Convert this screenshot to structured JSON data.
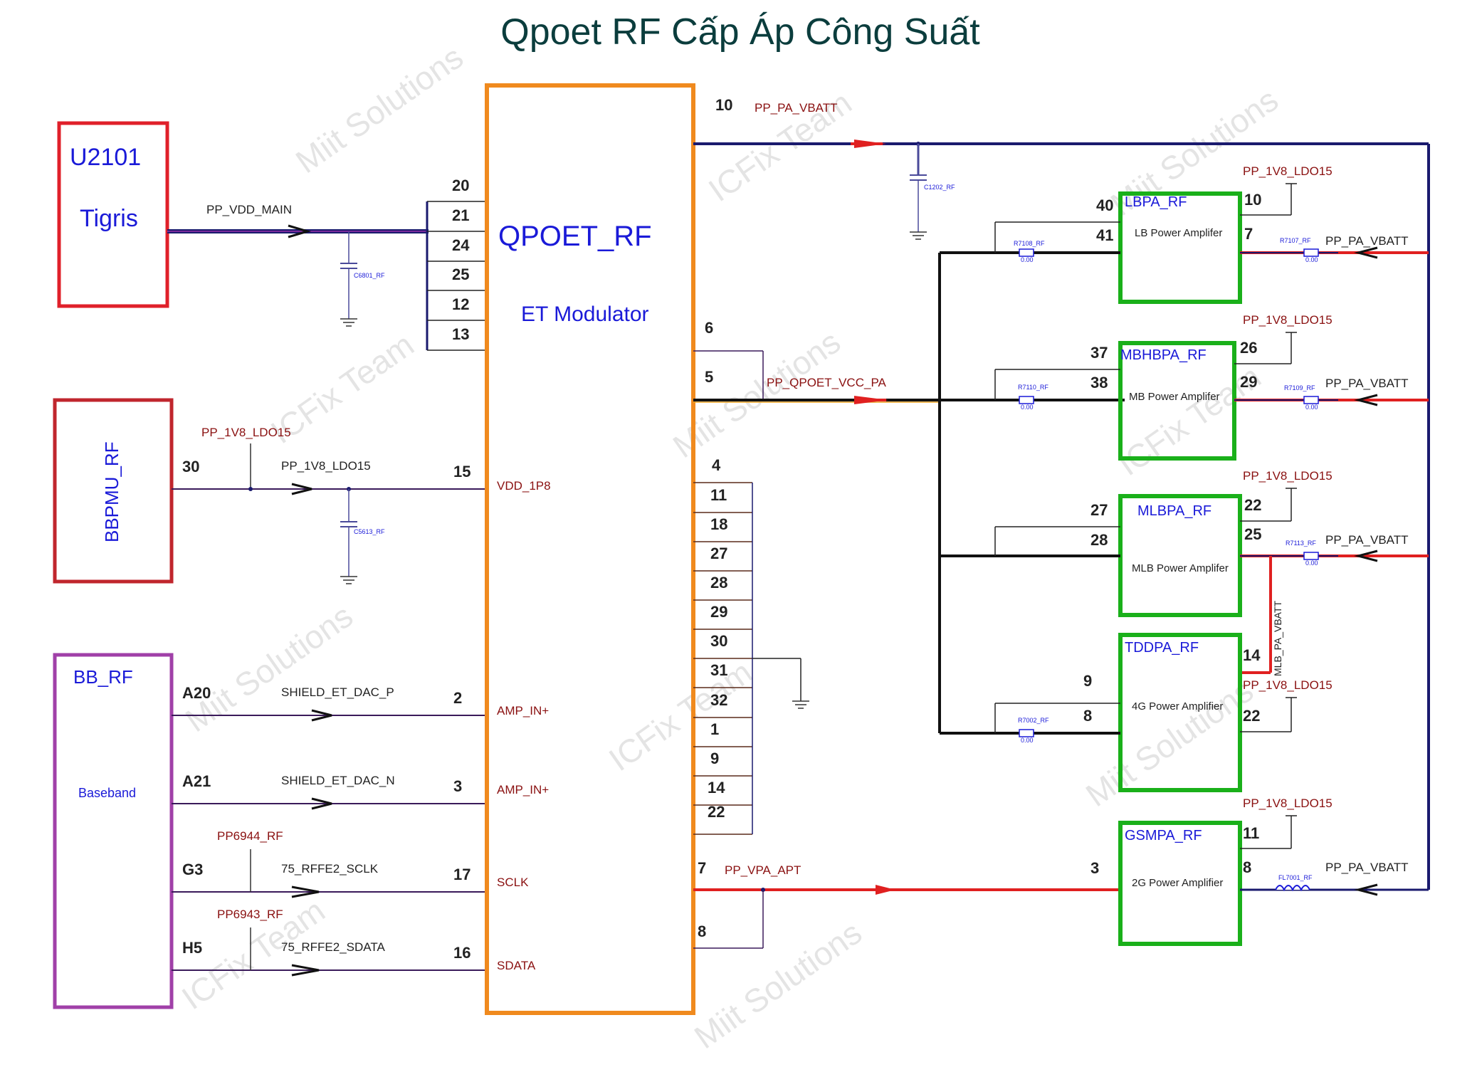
{
  "title": "Qpoet RF Cấp Áp Công Suất",
  "blocks": {
    "u2101": {
      "name": "U2101",
      "desc": "Tigris"
    },
    "bbpmu": {
      "name": "BBPMU_RF"
    },
    "bb": {
      "name": "BB_RF",
      "desc": "Baseband"
    },
    "qpoet": {
      "name": "QPOET_RF",
      "desc": "ET Modulator",
      "pin_vdd": "VDD_1P8",
      "pin_ampp": "AMP_IN+",
      "pin_ampn": "AMP_IN+",
      "pin_sclk": "SCLK",
      "pin_sdata": "SDATA"
    },
    "lbpa": {
      "name": "LBPA_RF",
      "desc": "LB Power Amplifer"
    },
    "mbhbpa": {
      "name": "MBHBPA_RF",
      "desc": "MB Power Amplifer"
    },
    "mlbpa": {
      "name": "MLBPA_RF",
      "desc": "MLB Power Amplifer"
    },
    "tddpa": {
      "name": "TDDPA_RF",
      "desc": "4G Power Amplifier"
    },
    "gsmpa": {
      "name": "GSMPA_RF",
      "desc": "2G Power Amplifier"
    }
  },
  "nets": {
    "pp_vdd_main": "PP_VDD_MAIN",
    "pp_1v8_ldo15": "PP_1V8_LDO15",
    "shield_p": "SHIELD_ET_DAC_P",
    "shield_n": "SHIELD_ET_DAC_N",
    "sclk": "75_RFFE2_SCLK",
    "sdata": "75_RFFE2_SDATA",
    "pp6944": "PP6944_RF",
    "pp6943": "PP6943_RF",
    "pp_pa_vbatt": "PP_PA_VBATT",
    "pp_qpoet_vcc_pa": "PP_QPOET_VCC_PA",
    "pp_vpa_apt": "PP_VPA_APT",
    "mlb_pa_vbatt": "MLB_PA_VBATT"
  },
  "components": {
    "c6801": "C6801_RF",
    "c5613": "C5613_RF",
    "c1202": "C1202_RF",
    "r7108": "R7108_RF",
    "r7107": "R7107_RF",
    "r7110": "R7110_RF",
    "r7109": "R7109_RF",
    "r7113": "R7113_RF",
    "r7002": "R7002_RF",
    "fl7001": "FL7001_RF",
    "zero": "0.00"
  },
  "pins": {
    "u2101": [
      "20",
      "21",
      "24",
      "25",
      "12",
      "13"
    ],
    "bbpmu_out": "30",
    "qpoet_vdd": "15",
    "bb_a20": "A20",
    "bb_a21": "A21",
    "bb_g3": "G3",
    "bb_h5": "H5",
    "qpoet_ampp": "2",
    "qpoet_ampn": "3",
    "qpoet_sclk": "17",
    "qpoet_sdata": "16",
    "qpoet_vbatt": "10",
    "qpoet_p6": "6",
    "qpoet_p5": "5",
    "qpoet_p7": "7",
    "qpoet_p8": "8",
    "qpoet_gnd": [
      "4",
      "11",
      "18",
      "27",
      "28",
      "29",
      "30",
      "31",
      "32",
      "1",
      "9",
      "14",
      "22"
    ],
    "lb_left_top": "40",
    "lb_left": "41",
    "lb_right_top": "10",
    "lb_right": "7",
    "mb_left_top": "37",
    "mb_left": "38",
    "mb_right_top": "26",
    "mb_right": "29",
    "mlb_left_top": "27",
    "mlb_left": "28",
    "mlb_right_top": "22",
    "mlb_right": "25",
    "tdd_left_top": "9",
    "tdd_left": "8",
    "tdd_right_top": "14",
    "tdd_right": "22",
    "gsm_left": "3",
    "gsm_right_top": "11",
    "gsm_right": "8"
  },
  "watermarks": [
    "Miit Solutions",
    "ICFix Team"
  ],
  "colors": {
    "title": "#0b3d3d",
    "u2101_border": "#e0202a",
    "bbpmu_border": "#c0262d",
    "bb_border": "#a040a8",
    "qpoet_border": "#f08a1e",
    "pa_border": "#1ab01a",
    "vbatt_wire": "#1a1a6e",
    "red_wire": "#e02020",
    "label_blue": "#1a1ad8",
    "label_red": "#8a1010"
  }
}
